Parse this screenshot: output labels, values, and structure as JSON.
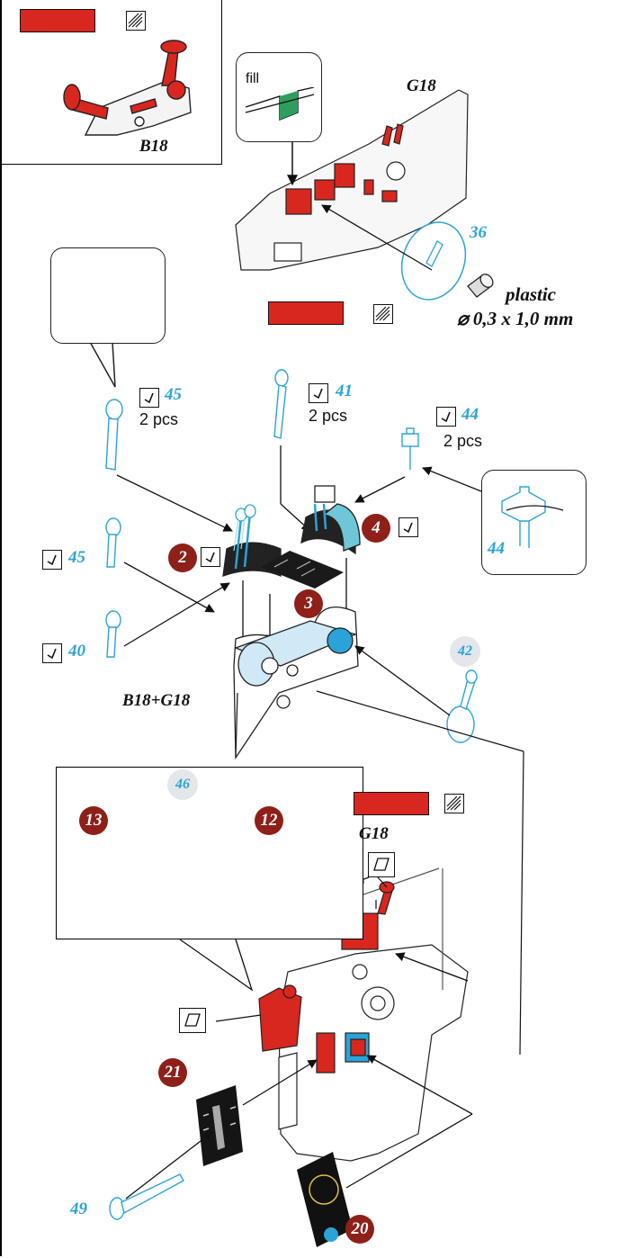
{
  "inset": {
    "assembly_label": "B18"
  },
  "top_assembly": {
    "label": "G18",
    "fill_callout_label": "fill",
    "part_36": "36",
    "material": "plastic",
    "dimension": "⌀ 0,3 x 1,0 mm"
  },
  "levers": {
    "part_45_top": "45",
    "qty_45": "2 pcs",
    "part_41": "41",
    "qty_41": "2 pcs",
    "part_44": "44",
    "qty_44": "2 pcs",
    "part_44_callout": "44",
    "part_45_side": "45",
    "part_40": "40",
    "part_42": "42"
  },
  "decals": {
    "d2": "2",
    "d3": "3",
    "d4": "4",
    "d12": "12",
    "d13": "13",
    "d20": "20",
    "d21": "21"
  },
  "callout": {
    "part_46": "46"
  },
  "middle_assembly": {
    "label": "B18+G18"
  },
  "bottom_assembly": {
    "label": "G18",
    "part_49": "49"
  },
  "colors": {
    "red_paint": "#d8271f",
    "clear_part": "#2aa3d8",
    "decal_badge": "#8e1f19",
    "clear_resin": "#a9dcef"
  },
  "icons": [
    "paint-swatch-icon",
    "hatch-brush-icon",
    "glue-check-icon",
    "cut-parallelogram-icon"
  ]
}
